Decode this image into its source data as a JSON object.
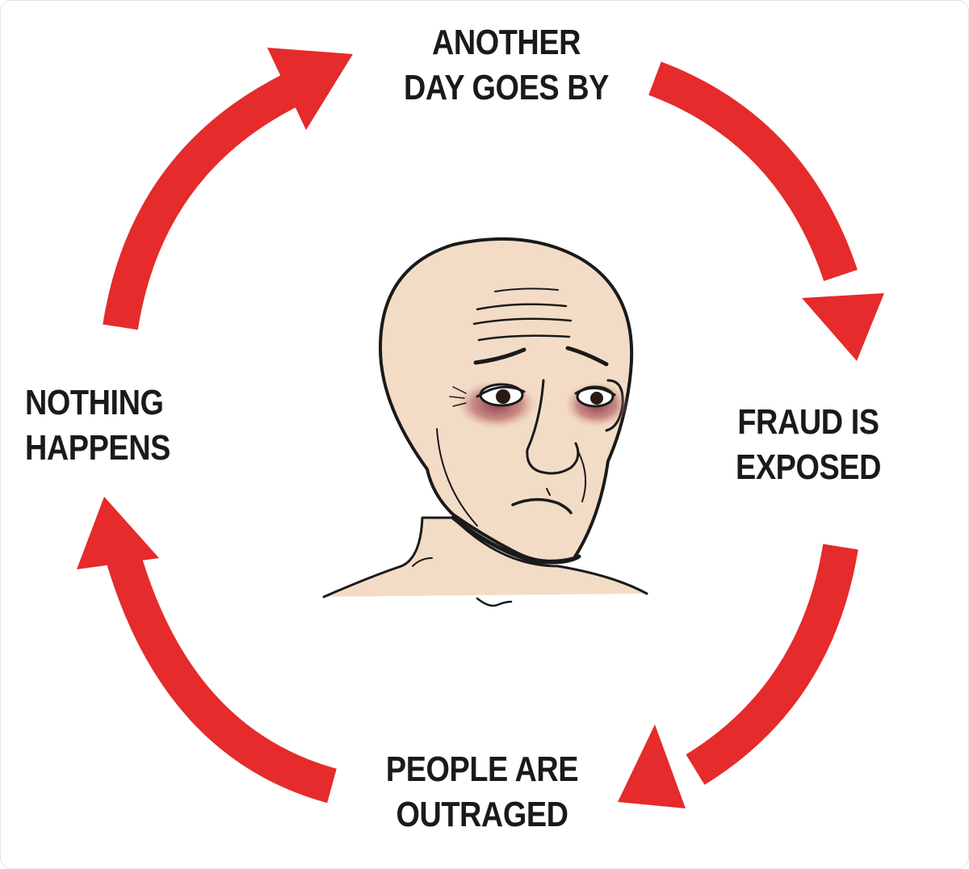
{
  "diagram": {
    "type": "cycle",
    "arrow_color": "#e52b2b",
    "line_color": "#1a1a1a",
    "skin_color": "#f3dcc6",
    "nodes": [
      {
        "id": "top",
        "line1": "ANOTHER",
        "line2": "DAY GOES BY"
      },
      {
        "id": "right",
        "line1": "FRAUD IS",
        "line2": "EXPOSED"
      },
      {
        "id": "bottom",
        "line1": "PEOPLE ARE",
        "line2": "OUTRAGED"
      },
      {
        "id": "left",
        "line1": "NOTHING",
        "line2": "HAPPENS"
      }
    ],
    "center_image": "sad-bald-wojak-face"
  }
}
